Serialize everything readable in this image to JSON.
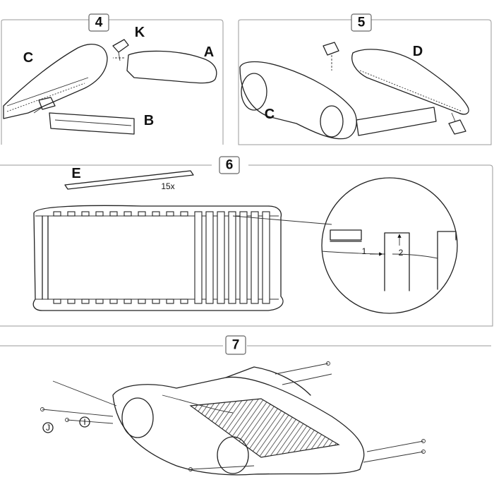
{
  "steps": [
    {
      "number": "4",
      "labels": {
        "a": "A",
        "b": "B",
        "c": "C",
        "k": "K"
      }
    },
    {
      "number": "5",
      "labels": {
        "c": "C",
        "d": "D"
      }
    },
    {
      "number": "6",
      "labels": {
        "e": "E",
        "quantity": "15x",
        "arrow1": "1",
        "arrow2": "2"
      }
    },
    {
      "number": "7",
      "labels": {
        "i": "I",
        "j": "J"
      }
    }
  ]
}
